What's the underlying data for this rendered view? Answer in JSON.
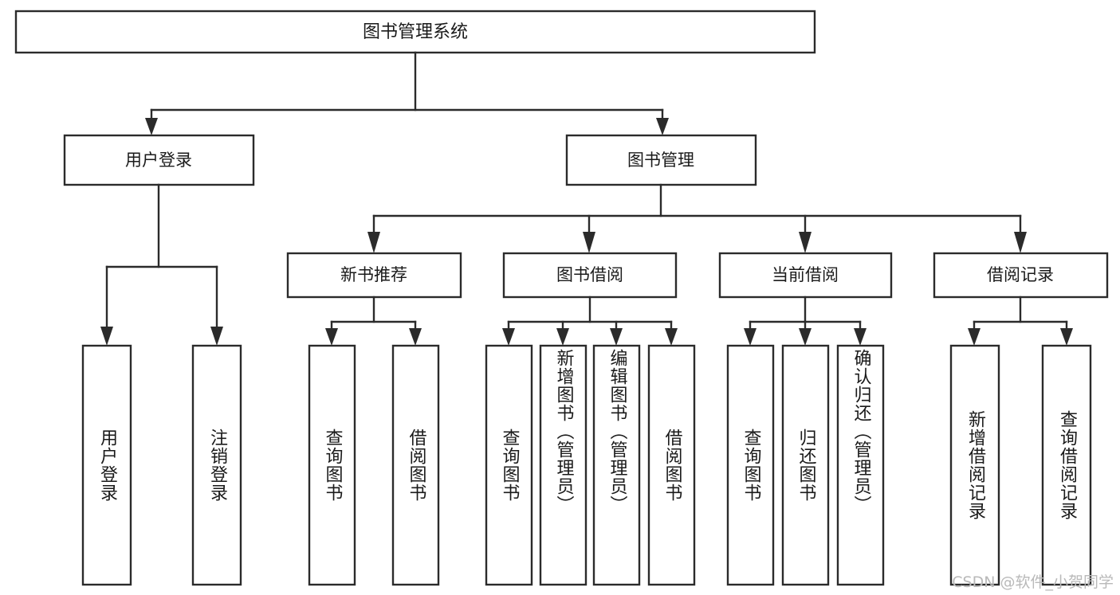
{
  "diagram": {
    "type": "tree",
    "title": "图书管理系统",
    "watermark": "CSDN @软件_小贺同学",
    "colors": {
      "stroke": "#2b2b2b",
      "fill": "#ffffff",
      "text": "#1a1a1a",
      "watermark": "#b9b9b9",
      "background": "#ffffff"
    },
    "nodes": {
      "root": {
        "label": "图书管理系统"
      },
      "level2": [
        {
          "label": "用户登录"
        },
        {
          "label": "图书管理"
        }
      ],
      "level3": [
        {
          "label": "新书推荐"
        },
        {
          "label": "图书借阅"
        },
        {
          "label": "当前借阅"
        },
        {
          "label": "借阅记录"
        }
      ],
      "leaves": {
        "user_login": [
          {
            "label": "用户登录"
          },
          {
            "label": "注销登录"
          }
        ],
        "new_book_recommend": [
          {
            "label": "查询图书"
          },
          {
            "label": "借阅图书"
          }
        ],
        "book_borrow": [
          {
            "label": "查询图书"
          },
          {
            "label": "新增图书（管理员）"
          },
          {
            "label": "编辑图书（管理员）"
          },
          {
            "label": "借阅图书"
          }
        ],
        "current_borrow": [
          {
            "label": "查询图书"
          },
          {
            "label": "归还图书"
          },
          {
            "label": "确认归还（管理员）"
          }
        ],
        "borrow_record": [
          {
            "label": "新增借阅记录"
          },
          {
            "label": "查询借阅记录"
          }
        ]
      }
    }
  }
}
